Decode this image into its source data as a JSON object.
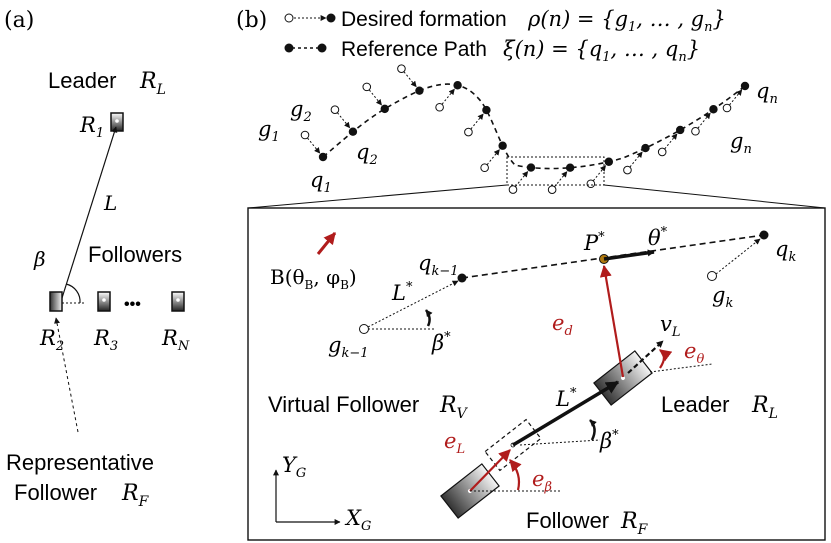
{
  "panel_a": {
    "tag": "(a)",
    "leader_label": "Leader",
    "leader_symbol": "R",
    "leader_sub": "L",
    "r1": "R",
    "r1_sub": "1",
    "link_label": "L",
    "angle_label": "β",
    "followers_label": "Followers",
    "r2": "R",
    "r2_sub": "2",
    "r3": "R",
    "r3_sub": "3",
    "ellipsis": "•••",
    "rn": "R",
    "rn_sub": "N",
    "rep_line1": "Representative",
    "rep_line2": "Follower",
    "rep_symbol": "R",
    "rep_sub": "F"
  },
  "panel_b": {
    "tag": "(b)",
    "legend": {
      "formation_label": "Desired formation",
      "formation_expr": "ρ(n) = {g",
      "formation_s1": "1",
      "formation_mid": ", … , g",
      "formation_s2": "n",
      "formation_end": "}",
      "path_label": "Reference Path",
      "path_expr": "ξ(n) = {q",
      "path_s1": "1",
      "path_mid": ", … , q",
      "path_s2": "n",
      "path_end": "}"
    },
    "path_labels": {
      "g2": "g",
      "g2_sub": "2",
      "g1": "g",
      "g1_sub": "1",
      "q2": "q",
      "q2_sub": "2",
      "q1": "q",
      "q1_sub": "1",
      "qn": "q",
      "qn_sub": "n",
      "gn": "g",
      "gn_sub": "n"
    },
    "inset": {
      "b_label": "B(θ",
      "b_s1": "B",
      "b_mid": ", φ",
      "b_s2": "B",
      "b_end": ")",
      "qk1": "q",
      "qk1_sub": "k−1",
      "lstar1": "L",
      "lstar1_sup": "*",
      "gk1": "g",
      "gk1_sub": "k−1",
      "bstar1": "β",
      "bstar1_sup": "*",
      "pstar": "P",
      "pstar_sup": "*",
      "thetastar": "θ",
      "thetastar_sup": "*",
      "qk": "q",
      "qk_sub": "k",
      "gk": "g",
      "gk_sub": "k",
      "ed": "e",
      "ed_sub": "d",
      "vl": "v",
      "vl_sub": "L",
      "etheta": "e",
      "etheta_sub": "θ",
      "lstar2": "L",
      "lstar2_sup": "*",
      "virtual_label": "Virtual Follower",
      "virtual_symbol": "R",
      "virtual_sub": "V",
      "leader_label": "Leader",
      "leader_symbol": "R",
      "leader_sub": "L",
      "el": "e",
      "el_sub": "L",
      "bstar2": "β",
      "bstar2_sup": "*",
      "ebeta": "e",
      "ebeta_sub": "β",
      "yg": "Y",
      "yg_sub": "G",
      "xg": "X",
      "xg_sub": "G",
      "follower_label": "Follower",
      "follower_symbol": "R",
      "follower_sub": "F"
    }
  }
}
